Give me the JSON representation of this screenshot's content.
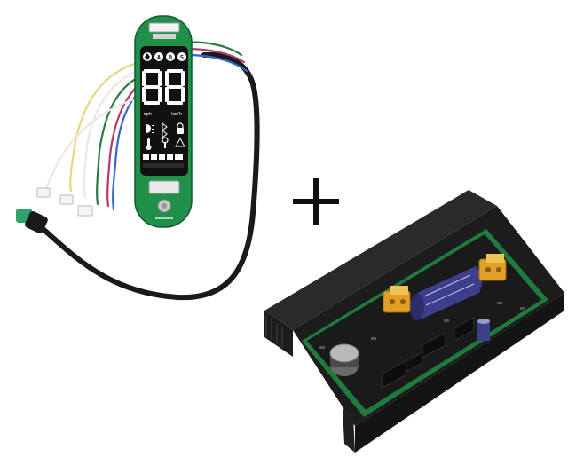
{
  "display_board": {
    "buttons": [
      "A",
      "D",
      "S"
    ],
    "digits": "88",
    "speed_unit_left": "mph",
    "speed_unit_right": "km/h"
  },
  "separator": {
    "symbol": "+"
  },
  "colors": {
    "pcb_green": "#1f8f4a",
    "pcb_dark": "#0f5c2e",
    "lcd_black": "#111111",
    "heatsink_black": "#1c1c1c",
    "connector_yellow": "#e0a028",
    "capacitor_blue": "#3b3f8c",
    "cable_black": "#1a1a1a",
    "plug_green": "#2fa36b"
  }
}
